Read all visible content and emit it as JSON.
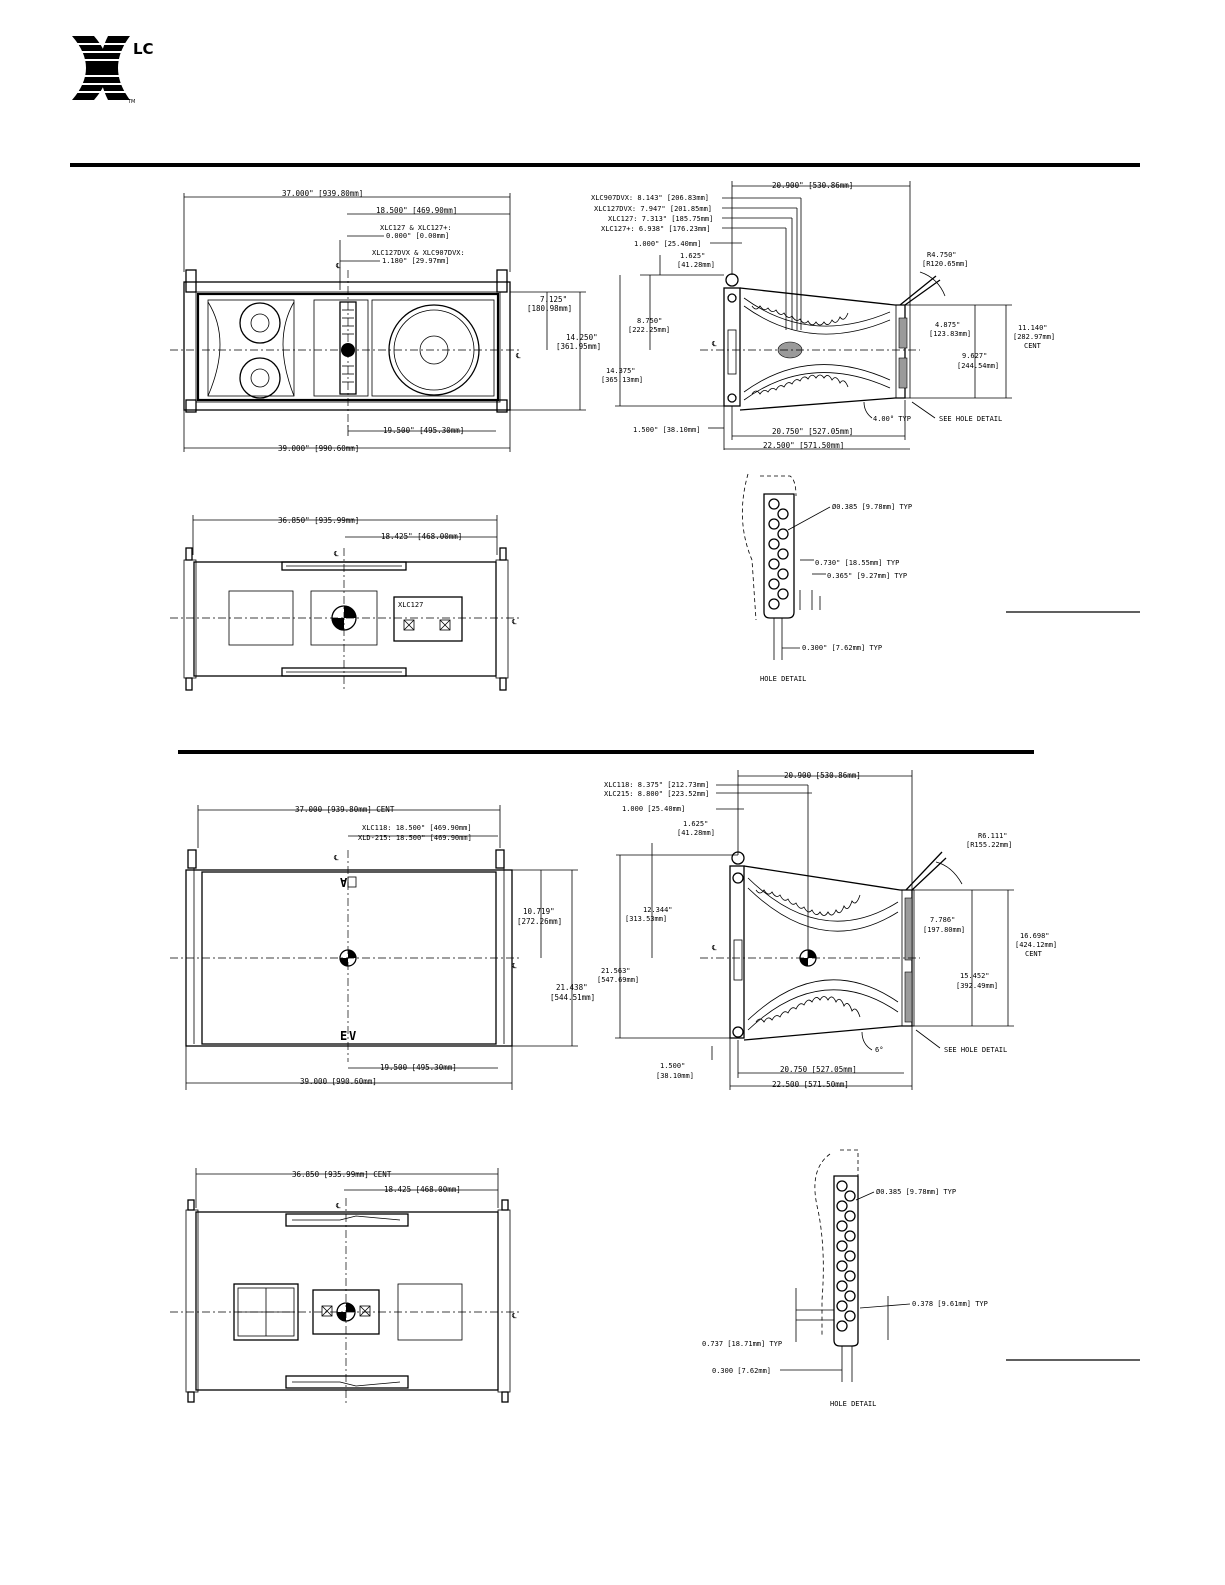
{
  "logo": {
    "letters": "LC",
    "trademark": "TM"
  },
  "colors": {
    "ink": "#000000",
    "paper": "#ffffff"
  },
  "section1": {
    "front": {
      "dim_overall_top": "37.000\" [939.80mm]",
      "dim_half": "18.500\" [469.90mm]",
      "note_a_1": "XLC127 & XLC127+:",
      "note_a_2": "0.000\" [0.00mm]",
      "note_b_1": "XLC127DVX & XLC907DVX:",
      "note_b_2": "1.180\" [29.97mm]",
      "dim_h1_a": "7.125\"",
      "dim_h1_b": "[180.98mm]",
      "dim_h2_a": "14.250\"",
      "dim_h2_b": "[361.95mm]",
      "dim_bottom_half": "19.500\" [495.30mm]",
      "dim_bottom_overall": "39.000\" [990.60mm]"
    },
    "side": {
      "dim_depth_top": "20.900\" [530.86mm]",
      "list_1": "XLC907DVX: 8.143\" [206.83mm]",
      "list_2": "XLC127DVX: 7.947\" [201.85mm]",
      "list_3": "XLC127: 7.313\" [185.75mm]",
      "list_4": "XLC127+: 6.938\" [176.23mm]",
      "dim_pin": "1.000\" [25.40mm]",
      "dim_1625_a": "1.625\"",
      "dim_1625_b": "[41.28mm]",
      "dim_radius_a": "R4.750\"",
      "dim_radius_b": "[R120.65mm]",
      "dim_8750_a": "8.750\"",
      "dim_8750_b": "[222.25mm]",
      "dim_14375_a": "14.375\"",
      "dim_14375_b": "[365.13mm]",
      "dim_4875_a": "4.875\"",
      "dim_4875_b": "[123.83mm]",
      "dim_11140_a": "11.140\"",
      "dim_11140_b": "[282.97mm]",
      "dim_cent": "CENT",
      "dim_9627_a": "9.627\"",
      "dim_9627_b": "[244.54mm]",
      "dim_angle": "4.00° TYP",
      "see_hole": "SEE HOLE DETAIL",
      "dim_1500": "1.500\" [38.10mm]",
      "dim_20750": "20.750\" [527.05mm]",
      "dim_22500": "22.500\" [571.50mm]"
    },
    "top": {
      "dim_overall": "36.850\" [935.99mm]",
      "dim_half": "18.425\" [468.00mm]",
      "badge": "XLC127"
    },
    "hole": {
      "dim_dia": "Ø0.385 [9.78mm] TYP",
      "dim_pitch": "0.730\" [18.55mm] TYP",
      "dim_half": "0.365\" [9.27mm] TYP",
      "dim_edge": "0.300\" [7.62mm] TYP",
      "title": "HOLE DETAIL"
    }
  },
  "section2": {
    "front": {
      "dim_overall_top": "37.000 [939.80mm] CENT",
      "note_1": "XLC118: 18.500\" [469.90mm]",
      "note_2": "XLD-215: 18.500\" [469.90mm]",
      "dim_h1_a": "10.719\"",
      "dim_h1_b": "[272.26mm]",
      "dim_h2_a": "21.438\"",
      "dim_h2_b": "[544.51mm]",
      "dim_bottom_half": "19.500 [495.30mm]",
      "dim_bottom_overall": "39.000 [990.60mm]"
    },
    "side": {
      "list_1": "XLC118: 8.375\" [212.73mm]",
      "list_2": "XLC215: 8.800\" [223.52mm]",
      "dim_depth_top": "20.900 [530.86mm]",
      "dim_pin": "1.000 [25.40mm]",
      "dim_1625_a": "1.625\"",
      "dim_1625_b": "[41.28mm]",
      "dim_radius_a": "R6.111\"",
      "dim_radius_b": "[R155.22mm]",
      "dim_12344_a": "12.344\"",
      "dim_12344_b": "[313.53mm]",
      "dim_21563_a": "21.563\"",
      "dim_21563_b": "[547.69mm]",
      "dim_7786_a": "7.786\"",
      "dim_7786_b": "[197.80mm]",
      "dim_16698_a": "16.698\"",
      "dim_16698_b": "[424.12mm]",
      "dim_cent": "CENT",
      "dim_15452_a": "15.452\"",
      "dim_15452_b": "[392.49mm]",
      "dim_angle": "6°",
      "see_hole": "SEE HOLE DETAIL",
      "dim_1500_a": "1.500\"",
      "dim_1500_b": "[38.10mm]",
      "dim_20750": "20.750 [527.05mm]",
      "dim_22500": "22.500 [571.50mm]"
    },
    "top": {
      "dim_overall": "36.850 [935.99mm] CENT",
      "dim_half": "18.425 [468.00mm]"
    },
    "hole": {
      "dim_dia": "Ø0.385 [9.78mm] TYP",
      "dim_half": "0.378 [9.61mm] TYP",
      "dim_pitch": "0.737 [18.71mm] TYP",
      "dim_edge": "0.300 [7.62mm]",
      "title": "HOLE DETAIL"
    }
  }
}
